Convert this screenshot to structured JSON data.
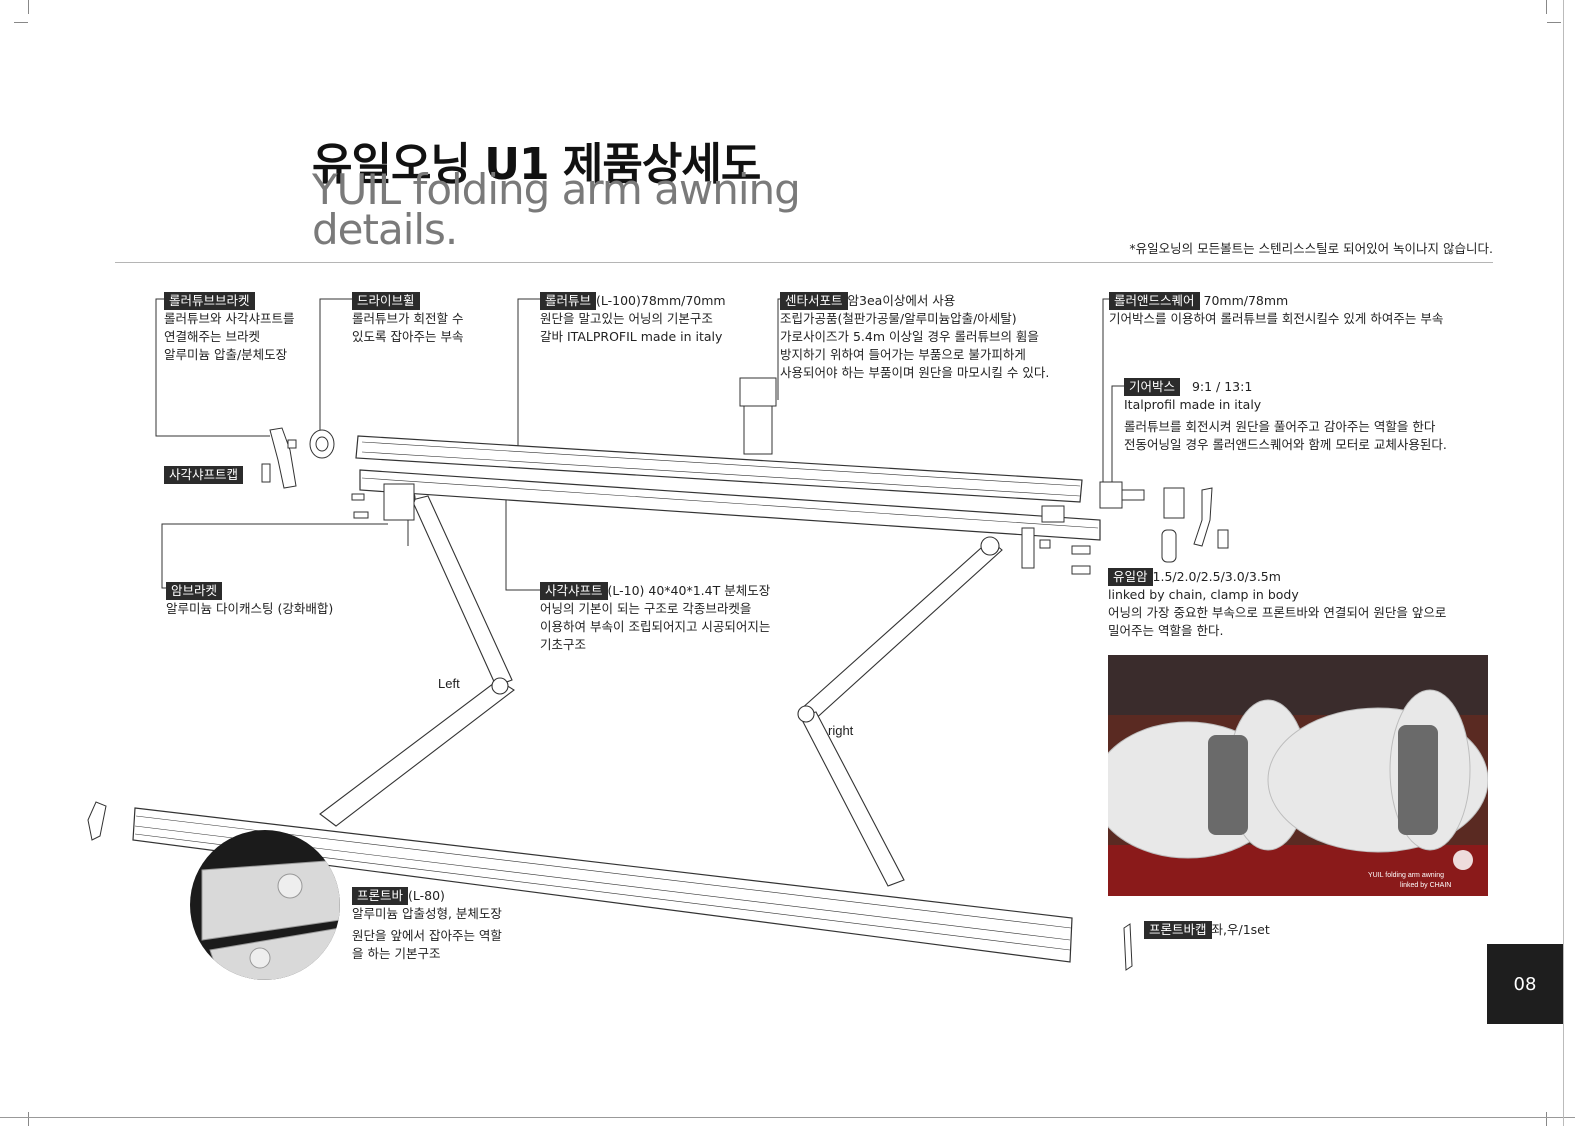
{
  "header": {
    "title_ko": "유일오닝 U1 제품상세도",
    "title_en": "YUIL folding arm awning details.",
    "note": "*유일오닝의 모든볼트는 스텐리스스틸로 되어있어 녹이나지 않습니다."
  },
  "parts": {
    "roller_bracket": {
      "label": "롤러튜브브라켓",
      "desc": [
        "롤러튜브와  사각샤프트를",
        "연결해주는 브라켓",
        "알루미늄 압출/분체도장"
      ]
    },
    "drive_wheel": {
      "label": "드라이브휠",
      "desc": [
        "롤러튜브가 회전할 수",
        "있도록 잡아주는 부속"
      ]
    },
    "roller_tube": {
      "label": "롤러튜브",
      "spec": "(L-100)78mm/70mm",
      "desc": [
        "원단을 말고있는 어닝의 기본구조",
        "갈바 ITALPROFIL made in italy"
      ]
    },
    "center_support": {
      "label": "센타서포트",
      "spec": "암3ea이상에서 사용",
      "desc": [
        "조립가공품(철판가공물/알루미늄압출/아세탈)",
        "가로사이즈가 5.4m 이상일 경우 롤러튜브의 휨을",
        "방지하기 위하여 들어가는 부품으로 불가피하게",
        "사용되어야 하는 부품이며 원단을 마모시킬 수 있다."
      ]
    },
    "roller_end_square": {
      "label": "롤러앤드스퀘어",
      "spec": "70mm/78mm",
      "desc": [
        "기어박스를 이용하여 롤러튜브를 회전시킬수 있게 하여주는 부속"
      ]
    },
    "gearbox": {
      "label": "기어박스",
      "spec": "9:1 / 13:1",
      "desc": [
        "Italprofil made in italy",
        "롤러튜브를 회전시켜 원단을 풀어주고 감아주는 역할을 한다",
        "전동어닝일 경우 롤러앤드스퀘어와 함께 모터로 교체사용된다."
      ]
    },
    "square_shaft_cap": {
      "label": "사각샤프트캡"
    },
    "arm_bracket": {
      "label": "암브라켓",
      "desc": [
        "알루미늄 다이캐스팅 (강화배합)"
      ]
    },
    "square_shaft": {
      "label": "사각샤프트",
      "spec": "(L-10) 40*40*1.4T 분체도장",
      "desc": [
        "어닝의  기본이  되는  구조로  각종브라켓을",
        "이용하여 부속이 조립되어지고 시공되어지는",
        "기초구조"
      ]
    },
    "yuil_arm": {
      "label": "유일암",
      "spec": "1.5/2.0/2.5/3.0/3.5m",
      "desc": [
        "linked by chain, clamp in body",
        "어닝의 가장 중요한 부속으로 프론트바와 연결되어 원단을 앞으로",
        "밀어주는 역할을 한다."
      ]
    },
    "front_bar": {
      "label": "프론트바",
      "spec": "(L-80)",
      "desc": [
        "알루미늄 압출성형, 분체도장",
        "원단을 앞에서 잡아주는 역할",
        "을 하는 기본구조"
      ]
    },
    "front_bar_cap": {
      "label": "프론트바캡",
      "spec": "좌,우/1set"
    }
  },
  "diagram": {
    "left_label": "Left",
    "right_label": "right"
  },
  "photo": {
    "caption_line1": "YUIL folding arm awning",
    "caption_line2": "linked by CHAIN"
  },
  "page_number": "08"
}
